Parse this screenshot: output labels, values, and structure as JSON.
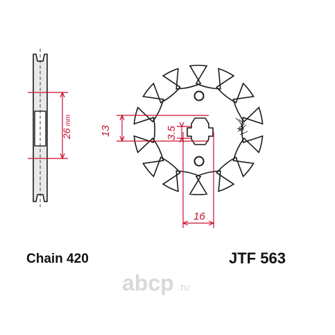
{
  "caption": {
    "chain": "Chain 420",
    "part_number": "JTF 563"
  },
  "dimensions": {
    "side_width": "26",
    "side_unit": "mm",
    "bore_height": "13",
    "key_width": "3.5",
    "bore_offset": "16"
  },
  "watermark": {
    "brand": "abcp",
    "tld": ".ru"
  },
  "sprocket": {
    "teeth": 14
  },
  "colors": {
    "outline": "#1a1a1a",
    "dimension": "#c8102e",
    "side_fill": "#e9e9e9",
    "watermark": "#d9d9d9"
  }
}
